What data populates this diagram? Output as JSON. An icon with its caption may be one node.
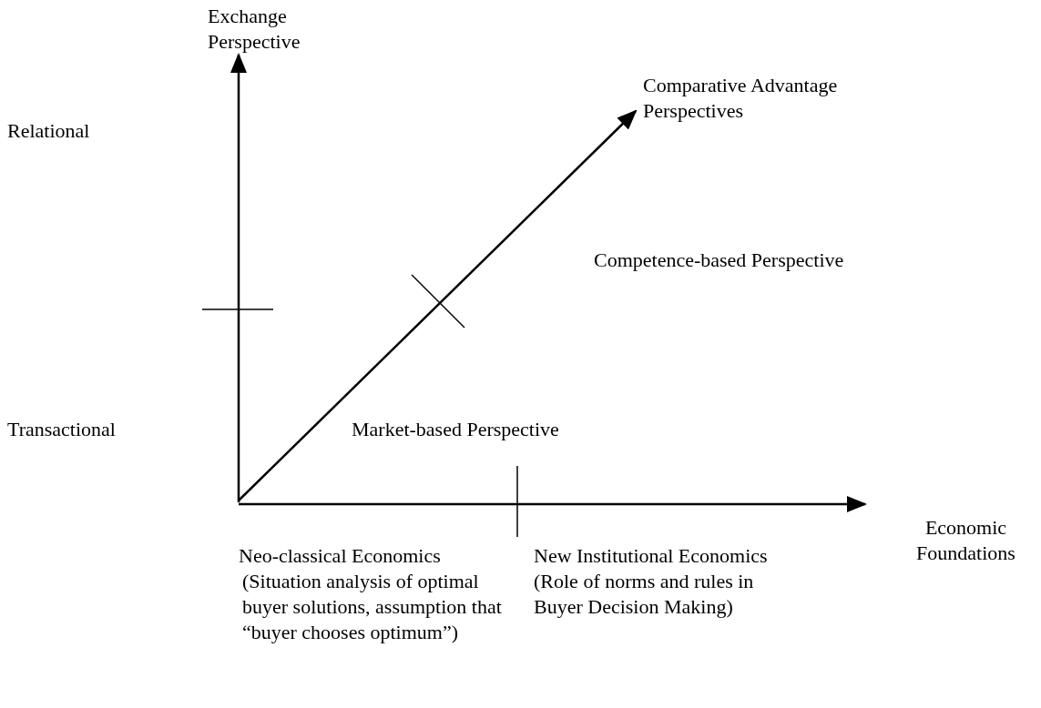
{
  "diagram": {
    "labels": [
      "Exchange Perspective",
      "Comparative Advantage Perspectives",
      "Relational",
      "Competence-based Perspective",
      "Transactional",
      "Market-based Perspective",
      "Economic Foundations",
      "Neo-classical Economics",
      "New Institutional Economics",
      "(Situation analysis of optimal buyer solutions, assumption that “buyer chooses optimum”)",
      "(Role of norms and rules in Buyer Decision Making)"
    ]
  }
}
